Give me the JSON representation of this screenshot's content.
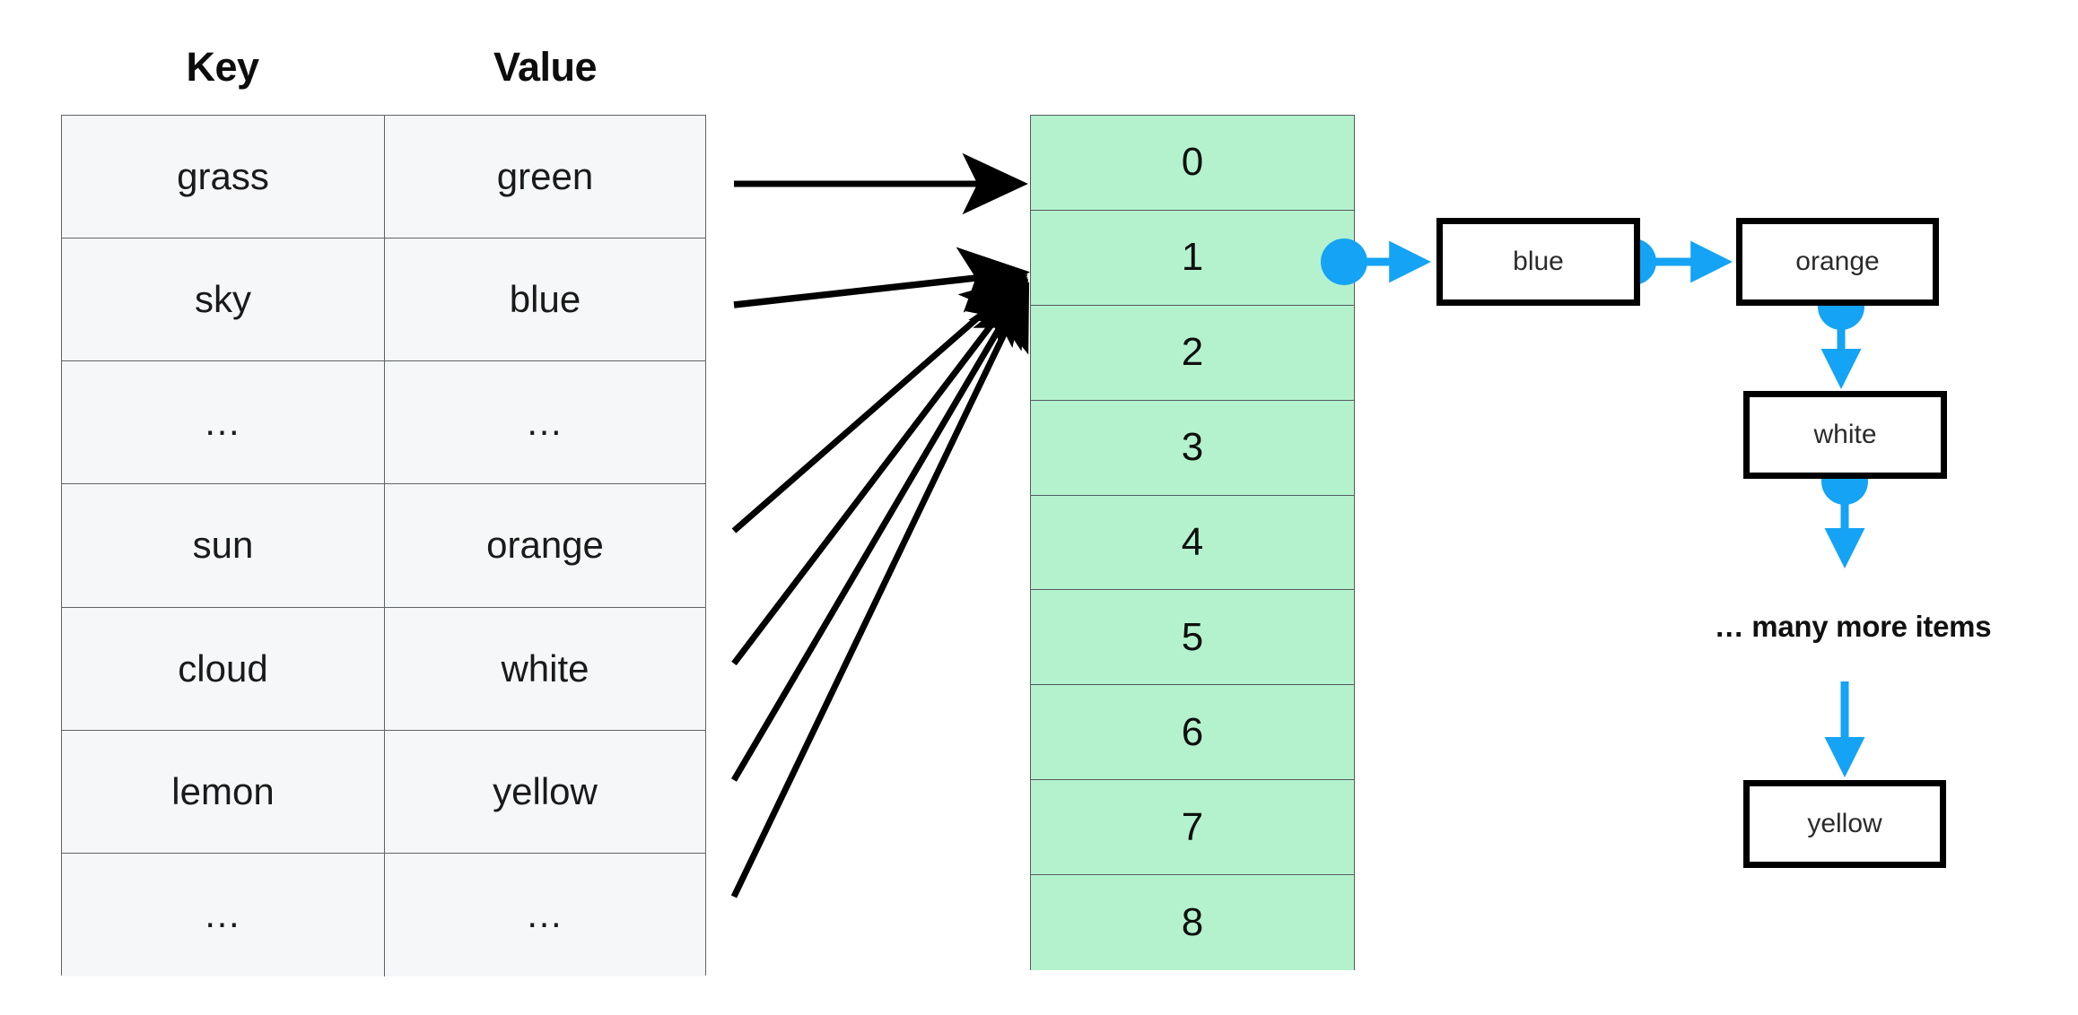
{
  "diagram": {
    "title": "hash-table-with-separate-chaining",
    "colors": {
      "bucket_fill": "#b4f2cd",
      "bucket_border": "#555a5f",
      "table_fill": "#f6f7f9",
      "table_border": "#5f6368",
      "pointer_blue": "#14a3f5",
      "node_border": "#000000",
      "hash_arrow": "#000000",
      "text": "#111111"
    }
  },
  "kv_table": {
    "headers": {
      "key": "Key",
      "value": "Value"
    },
    "rows": [
      {
        "key": "grass",
        "value": "green"
      },
      {
        "key": "sky",
        "value": "blue"
      },
      {
        "key": "…",
        "value": "…"
      },
      {
        "key": "sun",
        "value": "orange"
      },
      {
        "key": "cloud",
        "value": "white"
      },
      {
        "key": "lemon",
        "value": "yellow"
      },
      {
        "key": "…",
        "value": "…"
      }
    ]
  },
  "bucket_array": {
    "indices": [
      "0",
      "1",
      "2",
      "3",
      "4",
      "5",
      "6",
      "7",
      "8"
    ]
  },
  "chain": {
    "bucket_index": "1",
    "nodes": [
      {
        "label": "blue"
      },
      {
        "label": "orange"
      },
      {
        "label": "white"
      },
      {
        "label": "yellow"
      }
    ],
    "ellipsis_note": "… many more items"
  }
}
